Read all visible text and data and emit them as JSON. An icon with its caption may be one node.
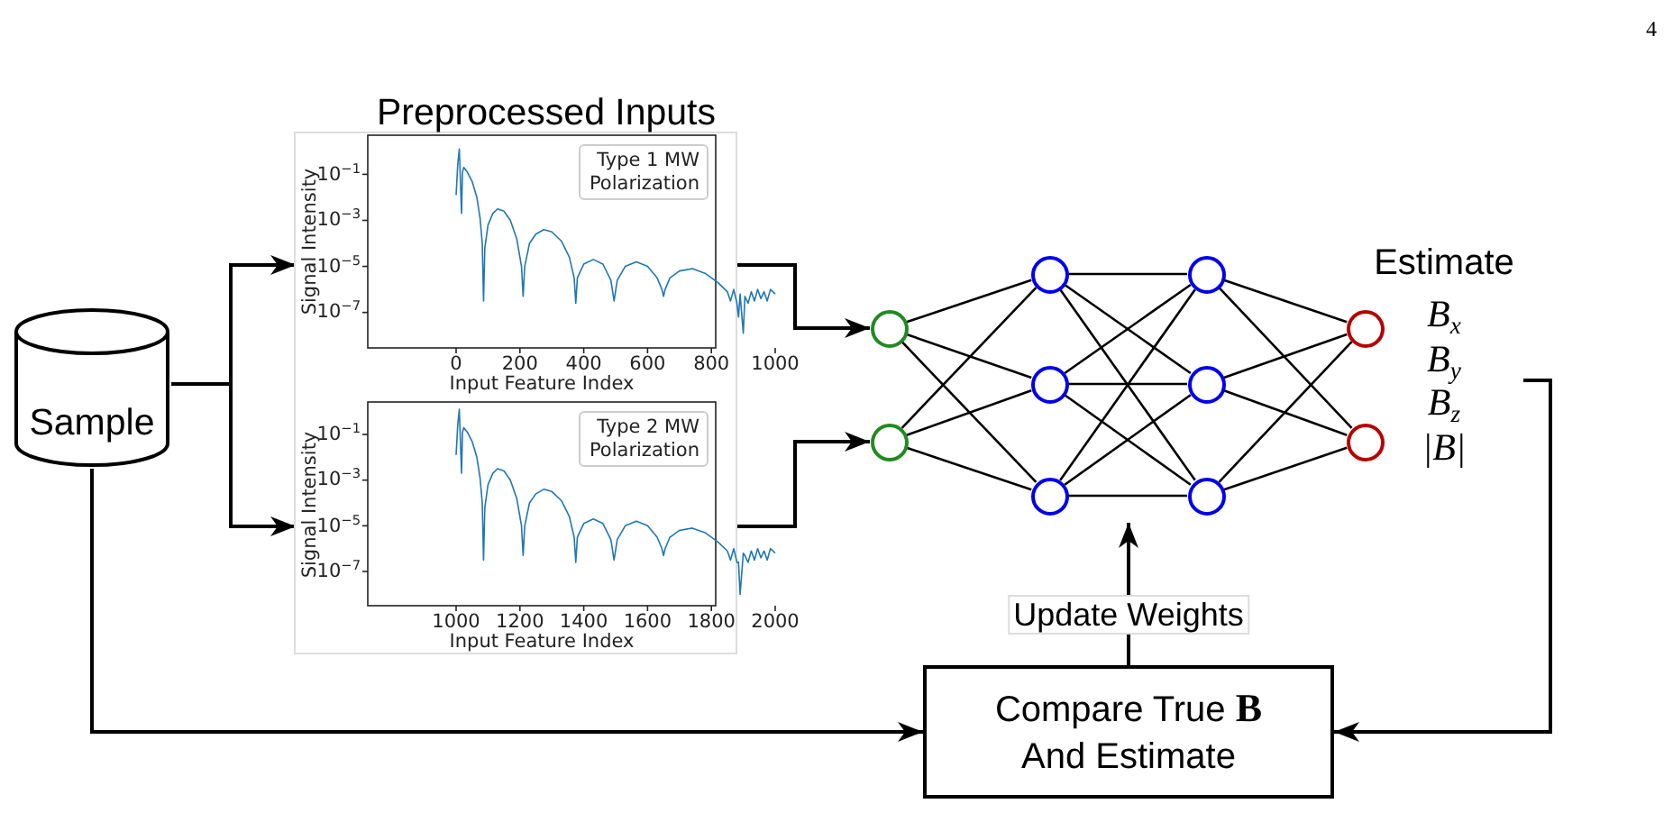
{
  "diagram": {
    "nodes": [
      {
        "text": [
          "Sample"
        ]
      },
      {
        "text": [
          "Preprocessed Inputs"
        ]
      },
      {
        "text": [
          "Signal Intensity",
          "10$^{−1}$",
          "10$^{−3}$",
          "10$^{−5}$",
          "10$^{−7}$",
          "Type 1 MW Polarization",
          "0",
          "200",
          "400",
          "600",
          "800",
          "1000",
          "Input Feature Index"
        ],
        "in": 1
      },
      {
        "text": [
          "Signal Intensity",
          "10$^{−1}$",
          "10$^{−3}$",
          "10$^{−5}$",
          "10$^{−7}$",
          "Type 2 MW Polarization",
          "1000",
          "1200",
          "1400",
          "1600",
          "1800",
          "2000",
          "Input Feature Index"
        ],
        "in": 1
      },
      {
        "text": [],
        "shape": "circle"
      },
      {
        "text": [],
        "shape": "circle"
      },
      {
        "text": [],
        "shape": "circle"
      },
      {
        "text": [],
        "shape": "circle"
      },
      {
        "text": [],
        "shape": "circle"
      },
      {
        "text": [],
        "shape": "circle"
      },
      {
        "text": [],
        "shape": "circle"
      },
      {
        "text": [],
        "shape": "circle"
      },
      {
        "text": [],
        "shape": "circle"
      },
      {
        "text": [],
        "shape": "circle"
      },
      {
        "text": [
          "Estimate",
          "B$_{x}$",
          "B$_{y}$",
          "B$_{z}$",
          "|B|"
        ]
      },
      {
        "text": [
          "Compare True **B** And Estimate"
        ]
      }
    ],
    "edges": [
      {
        "from": 0,
        "to": 2,
        "arrow": "to"
      },
      {
        "from": 0,
        "to": 3,
        "arrow": "to"
      },
      {
        "from": 2,
        "to": 4,
        "arrow": "to"
      },
      {
        "from": 3,
        "to": 5,
        "arrow": "to"
      },
      {
        "from": 4,
        "to": 6,
        "arrow": "none"
      },
      {
        "from": 4,
        "to": 7,
        "arrow": "none"
      },
      {
        "from": 4,
        "to": 8,
        "arrow": "none"
      },
      {
        "from": 5,
        "to": 6,
        "arrow": "none"
      },
      {
        "from": 5,
        "to": 7,
        "arrow": "none"
      },
      {
        "from": 5,
        "to": 8,
        "arrow": "none"
      },
      {
        "from": 6,
        "to": 9,
        "arrow": "none"
      },
      {
        "from": 6,
        "to": 10,
        "arrow": "none"
      },
      {
        "from": 6,
        "to": 11,
        "arrow": "none"
      },
      {
        "from": 7,
        "to": 9,
        "arrow": "none"
      },
      {
        "from": 7,
        "to": 10,
        "arrow": "none"
      },
      {
        "from": 7,
        "to": 11,
        "arrow": "none"
      },
      {
        "from": 8,
        "to": 9,
        "arrow": "none"
      },
      {
        "from": 8,
        "to": 10,
        "arrow": "none"
      },
      {
        "from": 8,
        "to": 11,
        "arrow": "none"
      },
      {
        "from": 9,
        "to": 12,
        "arrow": "none"
      },
      {
        "from": 9,
        "to": 13,
        "arrow": "none"
      },
      {
        "from": 10,
        "to": 12,
        "arrow": "none"
      },
      {
        "from": 10,
        "to": 13,
        "arrow": "none"
      },
      {
        "from": 11,
        "to": 12,
        "arrow": "none"
      },
      {
        "from": 11,
        "to": 13,
        "arrow": "none"
      },
      {
        "from": 14,
        "to": 15,
        "arrow": "to"
      },
      {
        "from": 0,
        "to": 15,
        "arrow": "to"
      },
      {
        "from": 15,
        "to": null,
        "arrow": "to",
        "label": "Update Weights"
      }
    ],
    "labels": [
      "4"
    ]
  }
}
